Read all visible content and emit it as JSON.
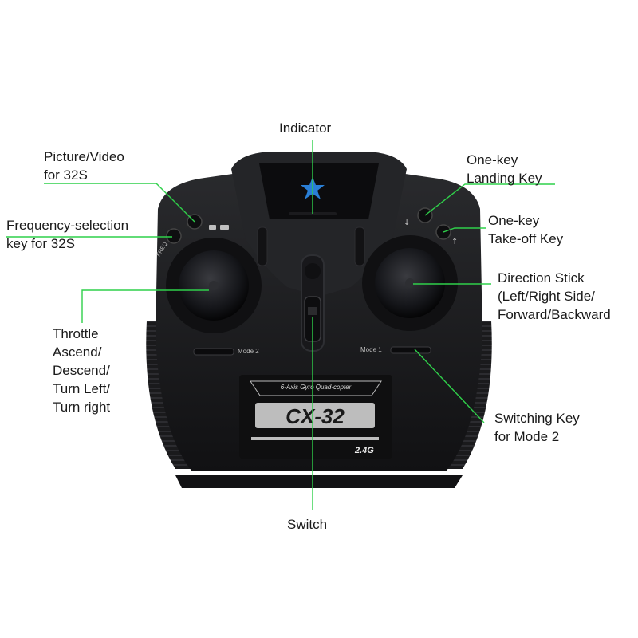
{
  "colors": {
    "leader_line": "#2fd04a",
    "device_body": "#1c1c1e",
    "device_panel": "#0f0f10",
    "star": "#2a7fd6",
    "text": "#1a1a1a"
  },
  "callouts": {
    "indicator": {
      "lines": [
        "Indicator"
      ]
    },
    "picture_video": {
      "lines": [
        "Picture/Video",
        "for 32S"
      ]
    },
    "frequency_selection": {
      "lines": [
        "Frequency-selection",
        "key for 32S"
      ]
    },
    "throttle": {
      "lines": [
        "Throttle",
        "Ascend/",
        "Descend/",
        "Turn Left/",
        "Turn right"
      ]
    },
    "one_key_landing": {
      "lines": [
        "One-key",
        "Landing Key"
      ]
    },
    "one_key_takeoff": {
      "lines": [
        "One-key",
        "Take-off Key"
      ]
    },
    "direction_stick": {
      "lines": [
        "Direction Stick",
        "(Left/Right Side/",
        "Forward/Backward"
      ]
    },
    "switching_key": {
      "lines": [
        "Switching Key",
        "for Mode 2"
      ]
    },
    "switch": {
      "lines": [
        "Switch"
      ]
    }
  },
  "device": {
    "model": "CX-32",
    "subtitle": "6-Axis Gyro Quad-copter",
    "band": "2.4G",
    "mode1_label": "Mode 1",
    "mode2_label": "Mode 2",
    "freq_label": "FREQ",
    "icon_names": [
      "camera-icon",
      "video-icon",
      "down-arrow-icon",
      "up-arrow-icon",
      "star-icon"
    ]
  }
}
